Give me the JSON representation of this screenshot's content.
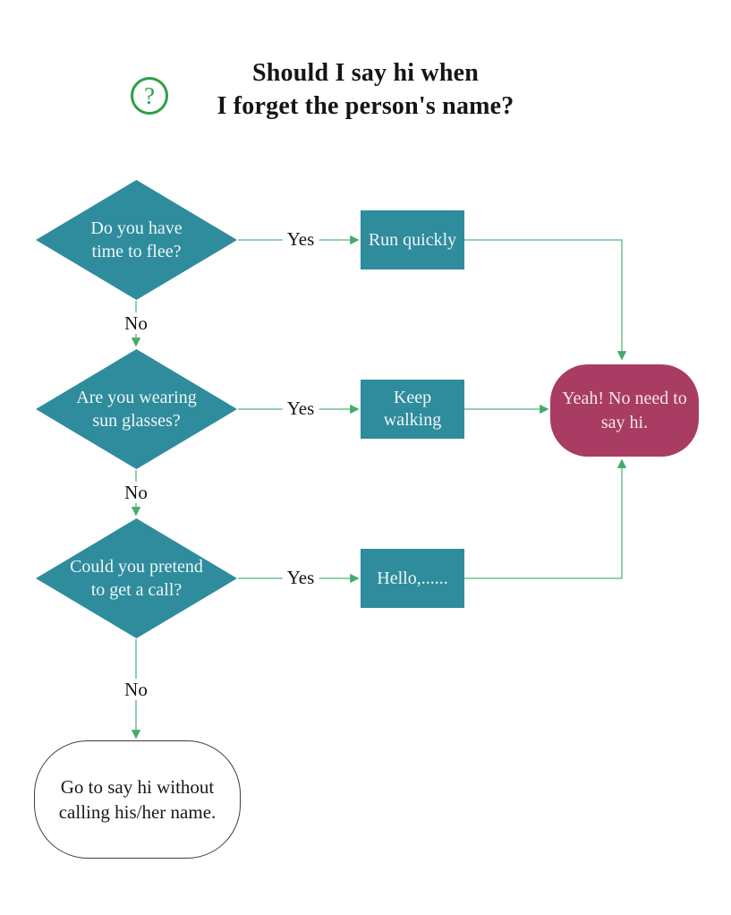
{
  "header": {
    "icon_glyph": "?",
    "title_line1": "Should I say hi when",
    "title_line2": "I forget the person's name?"
  },
  "labels": {
    "yes": "Yes",
    "no": "No"
  },
  "nodes": {
    "decision1": {
      "line1": "Do you have",
      "line2": "time to flee?"
    },
    "decision2": {
      "line1": "Are you wearing",
      "line2": "sun glasses?"
    },
    "decision3": {
      "line1": "Could you pretend",
      "line2": "to get a call?"
    },
    "process1": {
      "line1": "Run quickly"
    },
    "process2": {
      "line1": "Keep",
      "line2": "walking"
    },
    "process3": {
      "line1": "Hello,......"
    },
    "result_yes": {
      "line1": "Yeah! No need to",
      "line2": "say hi."
    },
    "result_no": {
      "line1": "Go to say hi without",
      "line2": "calling his/her name."
    }
  },
  "colors": {
    "decision_fill": "#2E8C9D",
    "process_fill": "#2E8C9D",
    "result_yes_fill": "#A93C62",
    "result_no_border": "#4A383C",
    "connector_line": "#55B37E",
    "arrowhead": "#44AB68",
    "icon_green": "#2F9E49",
    "title_text": "#151515",
    "shape_text": "#EFF6F6"
  }
}
